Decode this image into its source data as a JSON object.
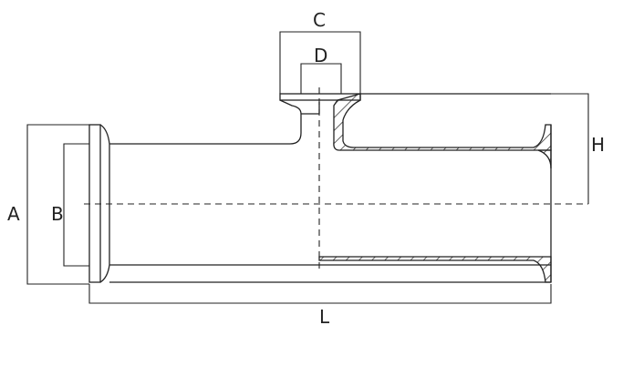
{
  "labels": {
    "A": "A",
    "B": "B",
    "C": "C",
    "D": "D",
    "H": "H",
    "L": "L"
  },
  "colors": {
    "line": "#222222",
    "background": "#ffffff"
  }
}
